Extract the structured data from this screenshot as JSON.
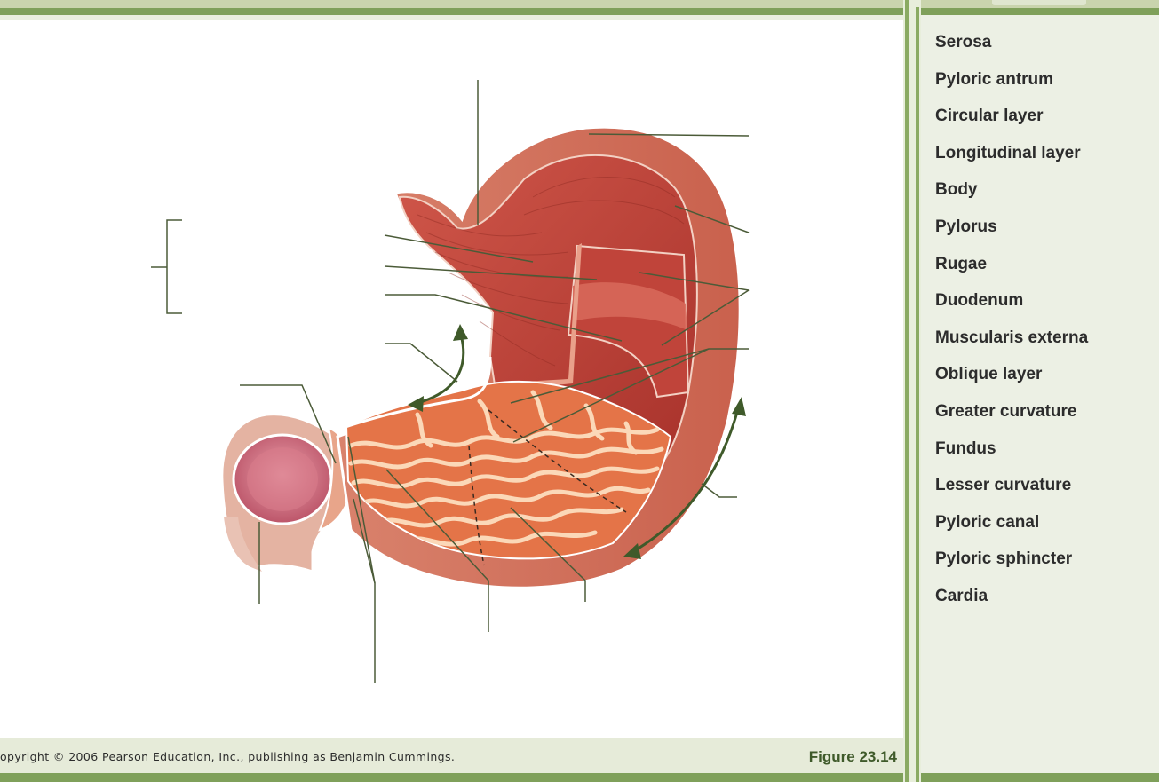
{
  "terms": [
    "Serosa",
    "Pyloric antrum",
    "Circular layer",
    "Longitudinal layer",
    "Body",
    "Pylorus",
    "Rugae",
    "Duodenum",
    "Muscularis externa",
    "Oblique layer",
    "Greater curvature",
    "Fundus",
    "Lesser curvature",
    "Pyloric canal",
    "Pyloric sphincter",
    "Cardia"
  ],
  "footer": {
    "copyright": "opyright © 2006 Pearson Education, Inc., publishing as Benjamin Cummings.",
    "figure": "Figure 23.14"
  },
  "colors": {
    "frame_green": "#7fa05a",
    "panel_bg": "#ecf0e4",
    "leader_line": "#4b5b38",
    "arrow": "#3f5a2a",
    "muscle_red": "#c9463a",
    "rugae_orange": "#e47448",
    "duodenum_pink": "#d97b8a"
  }
}
